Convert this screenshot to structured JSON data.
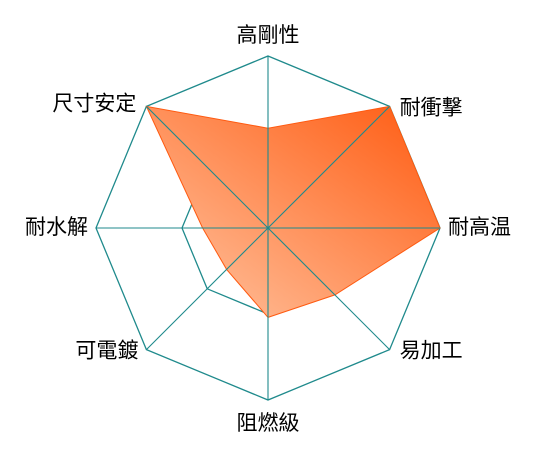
{
  "chart_data": {
    "type": "radar",
    "axes": [
      "高剛性",
      "耐衝撃",
      "耐高温",
      "易加工",
      "阻燃級",
      "可電鍍",
      "耐水解",
      "尺寸安定"
    ],
    "values": [
      0.58,
      1.0,
      1.0,
      0.55,
      0.52,
      0.34,
      0.38,
      1.0
    ],
    "scale_max": 1.0,
    "rings": 2,
    "grid_color": "#1f8a8c",
    "fill_gradient": [
      "#ff5a10",
      "#ffc8a6"
    ]
  }
}
